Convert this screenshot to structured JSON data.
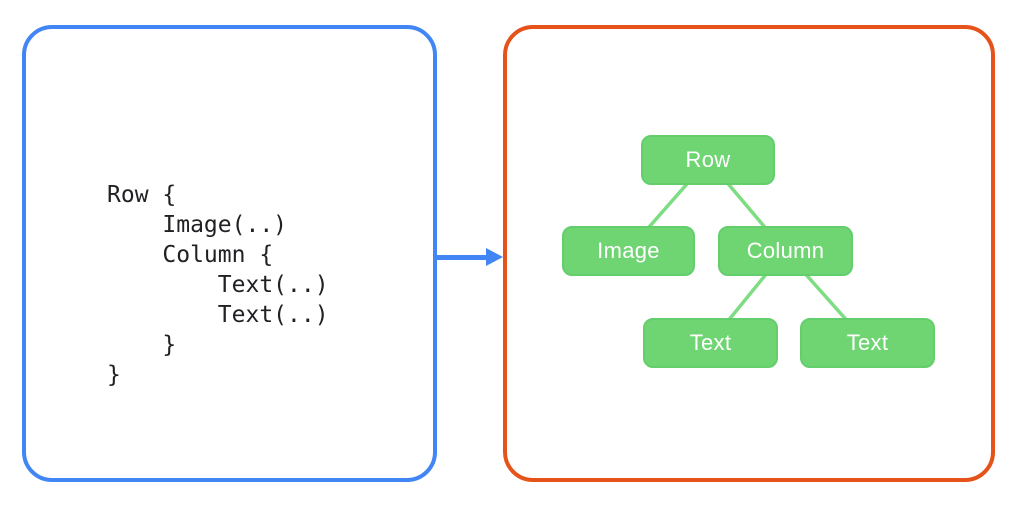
{
  "colors": {
    "background": "#FFFFFF",
    "code_border": "#4285F4",
    "arrow": "#4285F4",
    "tree_border": "#E5531A",
    "node_fill": "#6FD573",
    "node_border": "#64CE6C",
    "node_text": "#FFFFFF",
    "edge": "#7EDD82",
    "code_text": "#202124"
  },
  "code_panel": {
    "language": "declarative-ui",
    "lines": [
      "Row {",
      "    Image(..)",
      "    Column {",
      "        Text(..)",
      "        Text(..)",
      "    }",
      "}"
    ]
  },
  "arrow": {
    "direction": "right",
    "meaning": "code transforms into widget tree"
  },
  "tree": {
    "nodes": [
      {
        "id": "row",
        "label": "Row",
        "children": [
          "image",
          "column"
        ]
      },
      {
        "id": "image",
        "label": "Image",
        "children": []
      },
      {
        "id": "column",
        "label": "Column",
        "children": [
          "text1",
          "text2"
        ]
      },
      {
        "id": "text1",
        "label": "Text",
        "children": []
      },
      {
        "id": "text2",
        "label": "Text",
        "children": []
      }
    ],
    "edges": [
      [
        "row",
        "image"
      ],
      [
        "row",
        "column"
      ],
      [
        "column",
        "text1"
      ],
      [
        "column",
        "text2"
      ]
    ]
  }
}
